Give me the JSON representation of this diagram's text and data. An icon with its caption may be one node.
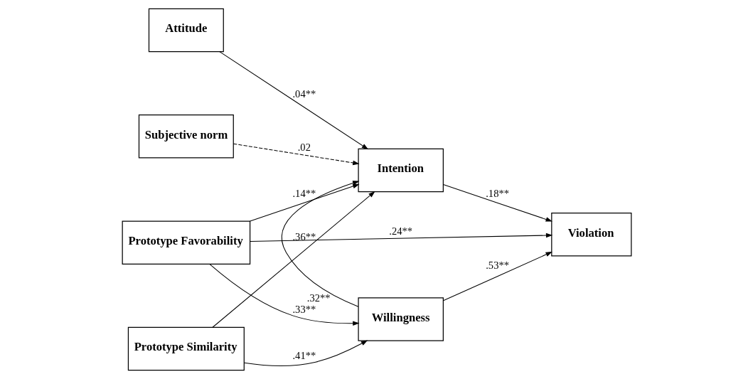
{
  "diagram": {
    "nodes": [
      {
        "text": [
          "Attitude"
        ]
      },
      {
        "text": [
          "Subjective norm"
        ]
      },
      {
        "text": [
          "Prototype Favorability"
        ]
      },
      {
        "text": [
          "Prototype Similarity"
        ]
      },
      {
        "text": [
          "Intention"
        ]
      },
      {
        "text": [
          "Willingness"
        ]
      },
      {
        "text": [
          "Violation"
        ]
      }
    ],
    "edges": [
      {
        "from": 0,
        "to": 4,
        "arrow": "to",
        "label": ".04**"
      },
      {
        "from": 1,
        "to": 4,
        "arrow": "to",
        "label": ".02",
        "style": "dashed"
      },
      {
        "from": 2,
        "to": 4,
        "arrow": "to",
        "label": ".14**"
      },
      {
        "from": 3,
        "to": 4,
        "arrow": "to",
        "label": ".36**"
      },
      {
        "from": 5,
        "to": 4,
        "arrow": "to",
        "label": ".32**"
      },
      {
        "from": 4,
        "to": 6,
        "arrow": "to",
        "label": ".18**"
      },
      {
        "from": 2,
        "to": 6,
        "arrow": "to",
        "label": ".24**"
      },
      {
        "from": 2,
        "to": 5,
        "arrow": "to",
        "label": ".33**"
      },
      {
        "from": 3,
        "to": 5,
        "arrow": "to",
        "label": ".41**"
      },
      {
        "from": 5,
        "to": 6,
        "arrow": "to",
        "label": ".53**"
      }
    ]
  }
}
